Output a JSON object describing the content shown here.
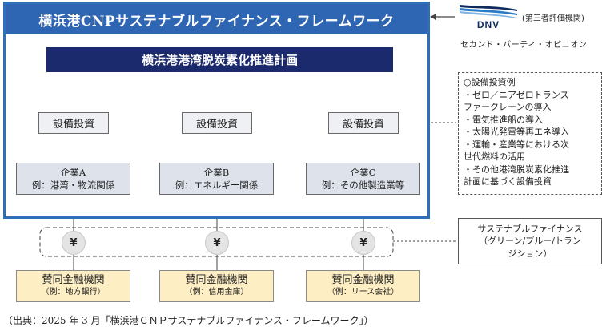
{
  "framework": {
    "title": "横浜港CNPサステナブルファイナンス・フレームワーク",
    "plan": "横浜港港湾脱炭素化推進計画",
    "investment_label": "設備投資",
    "companies": [
      {
        "name": "企業A",
        "example": "例：港湾・物流関係"
      },
      {
        "name": "企業B",
        "example": "例：エネルギー関係"
      },
      {
        "name": "企業C",
        "example": "例：その他製造業等"
      }
    ]
  },
  "finance": {
    "yen_symbol": "¥",
    "banks": [
      {
        "name": "賛同金融機関",
        "example": "（例：地方銀行）"
      },
      {
        "name": "賛同金融機関",
        "example": "（例：信用金庫）"
      },
      {
        "name": "賛同金融機関",
        "example": "（例：リース会社）"
      }
    ],
    "label_lines": [
      "サステナブルファイナンス",
      "（グリーン/ブルー/トラン",
      "ジション）"
    ]
  },
  "reviewer": {
    "logo_text": "DNV",
    "role": "(第三者評価機関)",
    "opinion": "セカンド・パーティ・オピニオン"
  },
  "investment_examples": {
    "lines": [
      "○設備投資例",
      "・ゼロ／ニアゼロトランス",
      "ファークレーンの導入",
      "・電気推進船の導入",
      "・太陽光発電等再エネ導入",
      "・運輸・産業等における次",
      "世代燃料の活用",
      "・その他港湾脱炭素化推進",
      "計画に基づく設備投資"
    ]
  },
  "source": "（出典：2025 年 3 月「横浜港ＣＮＰサステナブルファイナンス・フレームワーク」）",
  "colors": {
    "frame_blue": "#2e6fb7",
    "title_blue": "#2f66b3",
    "plan_navy": "#1a2a6c",
    "company_fill": "#dde2eb",
    "bank_fill": "#fdeec4"
  }
}
